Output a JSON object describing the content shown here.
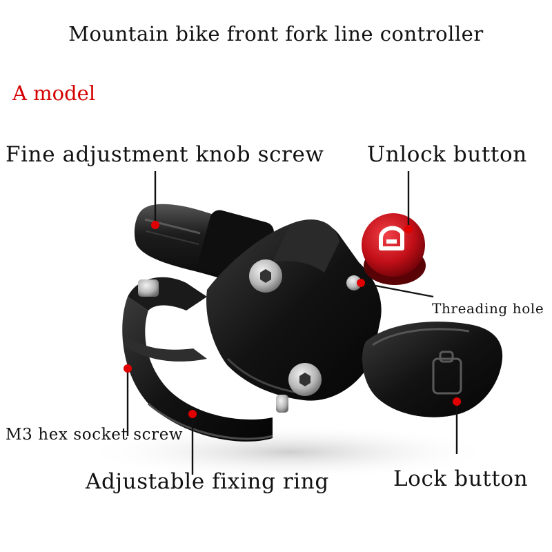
{
  "title": "Mountain bike front fork line controller",
  "model": "A model",
  "labels": {
    "fine_adjustment": "Fine adjustment knob screw",
    "unlock_button": "Unlock button",
    "threading_hole": "Threading hole",
    "m3_screw": "M3 hex socket screw",
    "fixing_ring": "Adjustable fixing ring",
    "lock_button": "Lock button"
  },
  "colors": {
    "model_label": "#d40000",
    "marker_dot": "#e00000",
    "body": "#141414",
    "unlock_cap": "#c8101a"
  }
}
